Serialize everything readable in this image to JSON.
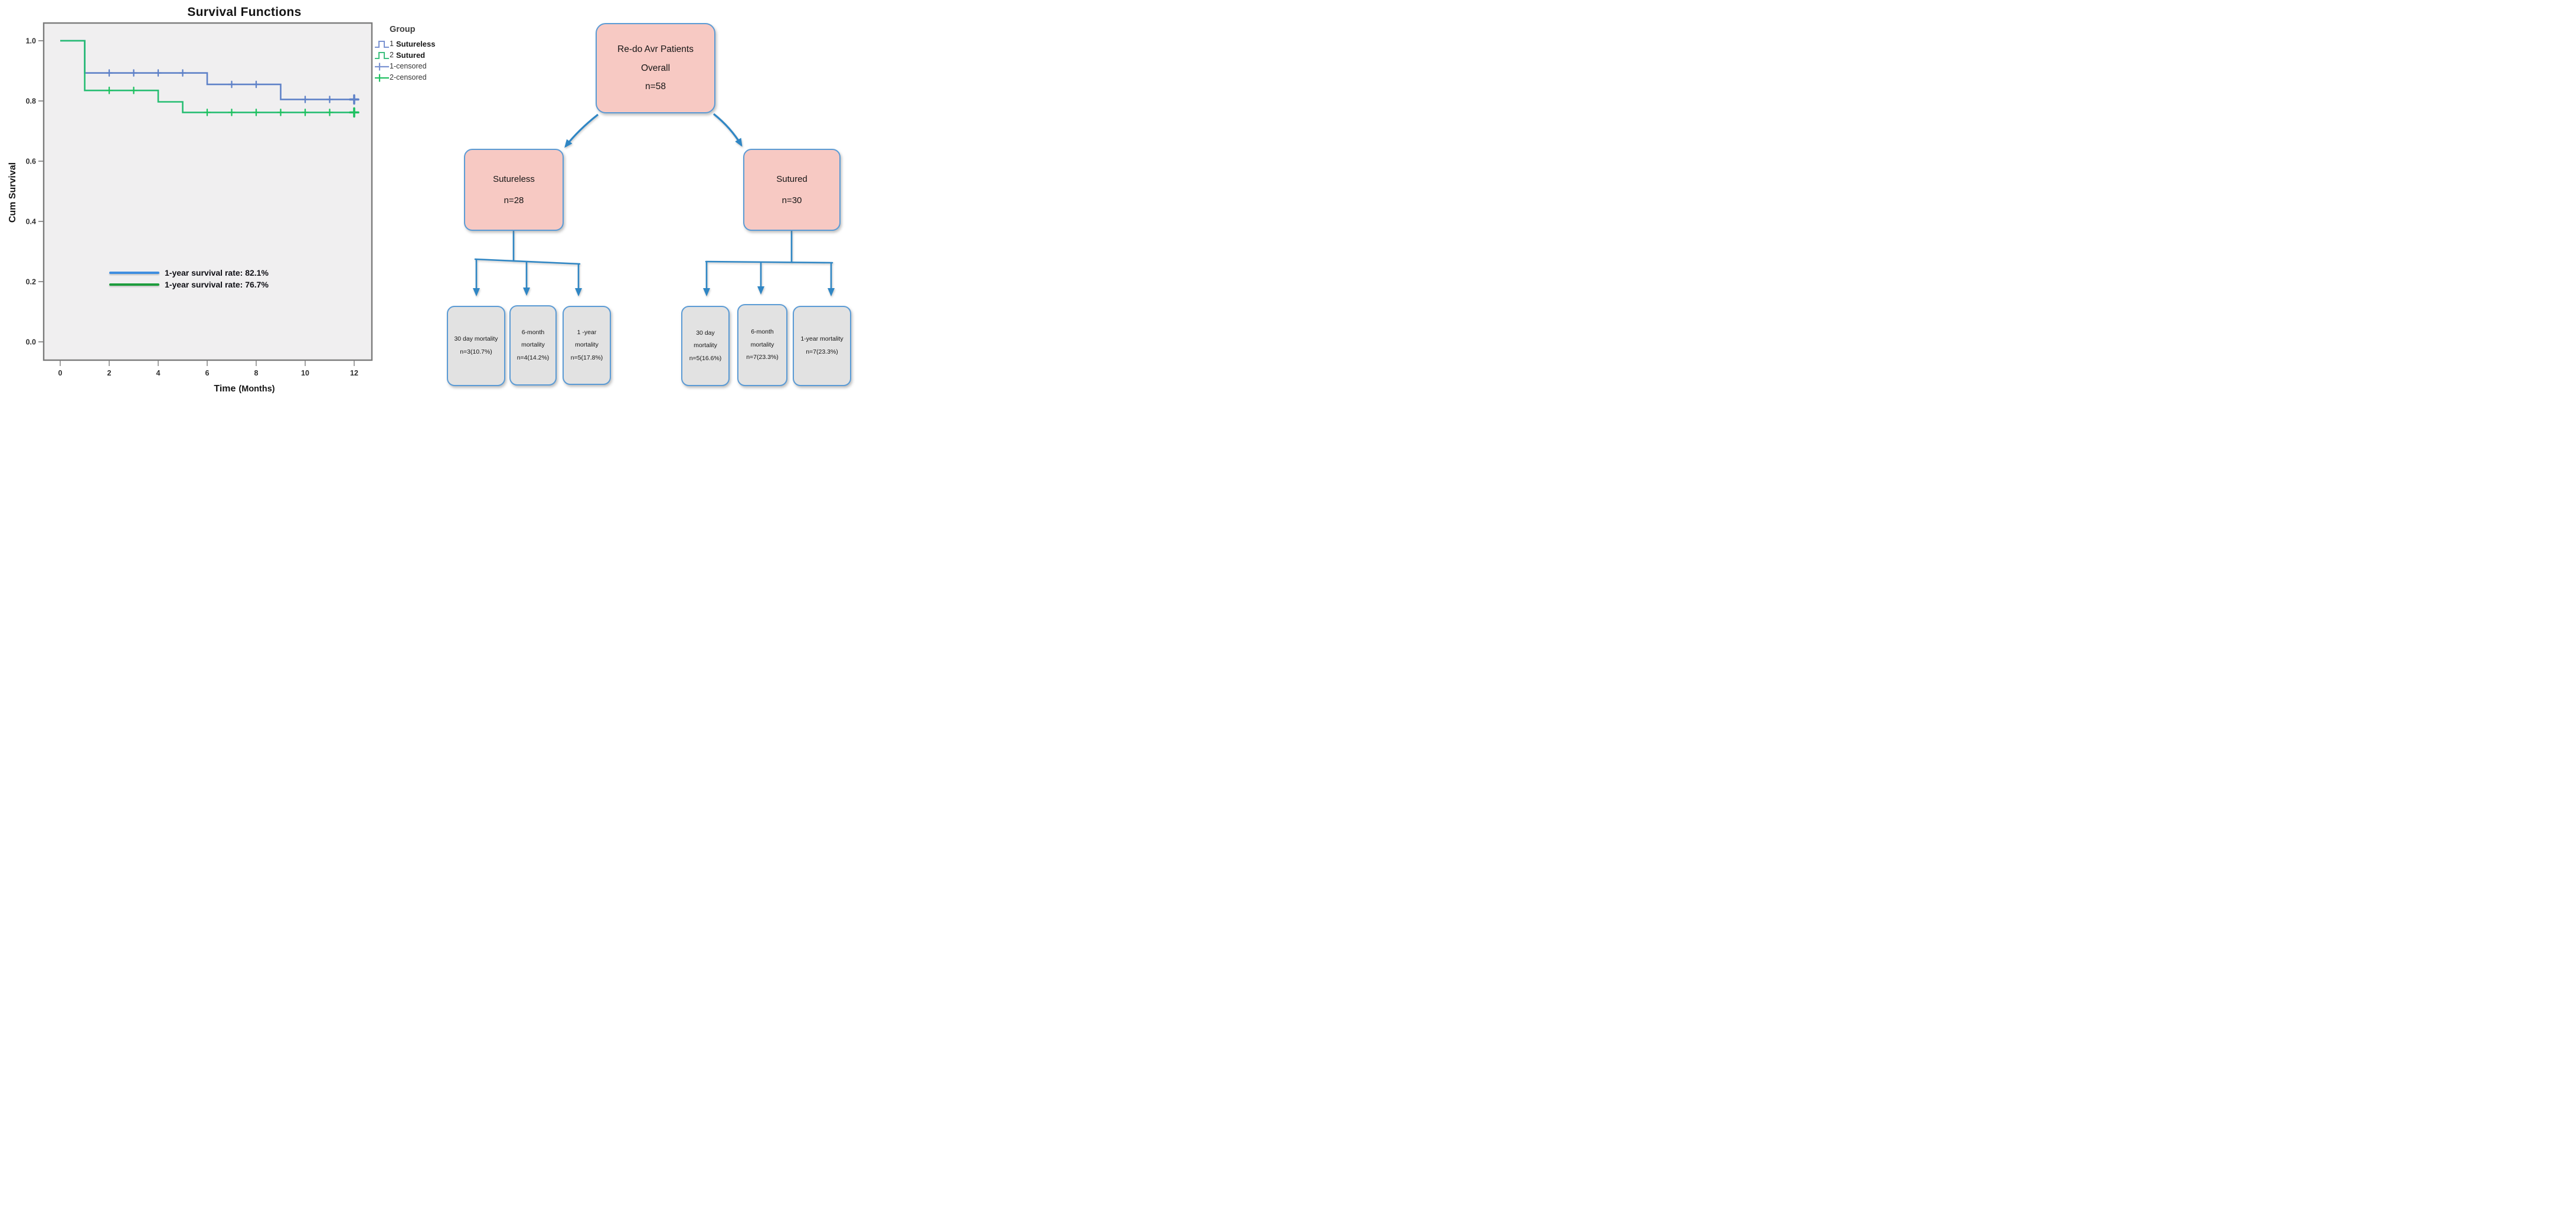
{
  "chart_data": {
    "type": "line",
    "subtype": "kaplan-meier-step",
    "title": "Survival Functions",
    "ylabel": "Cum Survival",
    "xlabel_main": "Time",
    "xlabel_sub": "(Months)",
    "xticks": [
      0,
      2,
      4,
      6,
      8,
      10,
      12
    ],
    "yticks": [
      1.0,
      0.8,
      0.6,
      0.4,
      0.2,
      0.0
    ],
    "xlim": [
      -0.7,
      12.7
    ],
    "ylim": [
      -0.06,
      1.06
    ],
    "grid": false,
    "plot_bg": "#f0eff0",
    "frame_color": "#7a7a7a",
    "legend_position": "right-top",
    "legend": {
      "title": "Group",
      "items": [
        {
          "num": "1",
          "name": "Sutureless",
          "glyph": "step-line",
          "color": "#7b93d2"
        },
        {
          "num": "2",
          "name": "Sutured",
          "glyph": "step-line",
          "color": "#3ec07f"
        },
        {
          "num": "",
          "name": "1-censored",
          "glyph": "plus",
          "color": "#7b93d2"
        },
        {
          "num": "",
          "name": "2-censored",
          "glyph": "plus",
          "color": "#22c063"
        }
      ]
    },
    "series": [
      {
        "name": "Sutureless",
        "group": "1",
        "color": "#5f82c8",
        "censor_color": "#5f82c8",
        "steps": [
          [
            0,
            1.0
          ],
          [
            1,
            0.893
          ],
          [
            6,
            0.855
          ],
          [
            9,
            0.805
          ]
        ],
        "end_x": 12,
        "censored": [
          [
            2,
            0.893
          ],
          [
            3,
            0.893
          ],
          [
            4,
            0.893
          ],
          [
            5,
            0.893
          ],
          [
            7,
            0.855
          ],
          [
            8,
            0.855
          ],
          [
            10,
            0.805
          ],
          [
            11,
            0.805
          ],
          [
            12,
            0.805
          ]
        ]
      },
      {
        "name": "Sutured",
        "group": "2",
        "color": "#26bd72",
        "censor_color": "#1ec161",
        "steps": [
          [
            0,
            1.0
          ],
          [
            1,
            0.835
          ],
          [
            4,
            0.797
          ],
          [
            5,
            0.762
          ]
        ],
        "end_x": 12,
        "censored": [
          [
            2,
            0.835
          ],
          [
            3,
            0.835
          ],
          [
            6,
            0.762
          ],
          [
            7,
            0.762
          ],
          [
            8,
            0.762
          ],
          [
            9,
            0.762
          ],
          [
            10,
            0.762
          ],
          [
            11,
            0.762
          ],
          [
            12,
            0.762
          ]
        ]
      }
    ],
    "annotations": [
      {
        "text": "1-year survival rate: 82.1%",
        "line_color": "#3f8ee0"
      },
      {
        "text": "1-year survival rate: 76.7%",
        "line_color": "#1e9c3d"
      }
    ]
  },
  "flowchart": {
    "root": {
      "text": "Re-do Avr Patients\nOverall\nn=58"
    },
    "branches": {
      "sutureless": {
        "text": "Sutureless\nn=28"
      },
      "sutured": {
        "text": "Sutured\nn=30"
      }
    },
    "sutureless_outcomes": [
      {
        "text": "30 day mortality\nn=3(10.7%)"
      },
      {
        "text": "6-month\nmortality\nn=4(14.2%)"
      },
      {
        "text": "1 -year\nmortality\nn=5(17.8%)"
      }
    ],
    "sutured_outcomes": [
      {
        "text": "30 day\nmortality\nn=5(16.6%)"
      },
      {
        "text": "6-month\nmortality\nn=7(23.3%)"
      },
      {
        "text": "1-year mortality\nn=7(23.3%)"
      }
    ],
    "colors": {
      "connector": "#2f86c4",
      "node_fill_pink": "#f7c9c3",
      "node_fill_gray": "#e2e2e2",
      "node_border": "#5b9bd5",
      "text": "#151515"
    }
  }
}
